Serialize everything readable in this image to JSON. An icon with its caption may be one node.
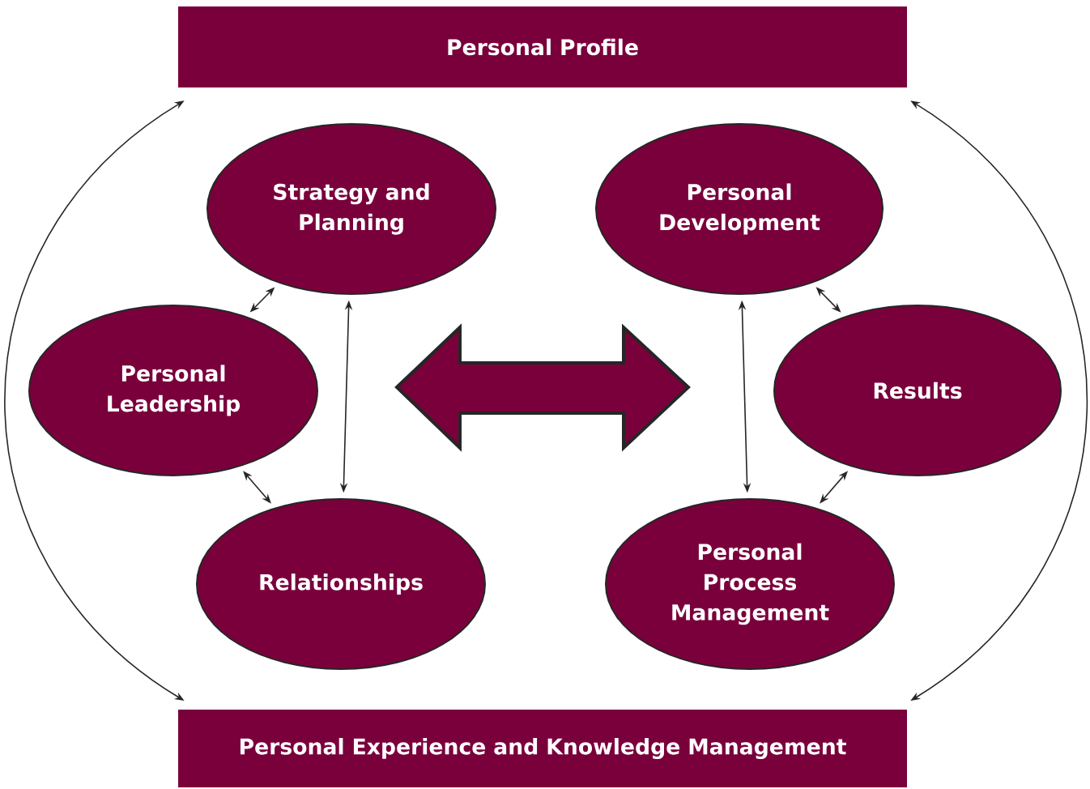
{
  "diagram": {
    "nodes": [
      {
        "text": [
          "Personal Profile"
        ]
      },
      {
        "text": [
          "Strategy and Planning"
        ]
      },
      {
        "text": [
          "Personal Development"
        ]
      },
      {
        "text": [
          "Personal Leadership"
        ]
      },
      {
        "text": [
          "Results"
        ]
      },
      {
        "text": [
          "Relationships"
        ]
      },
      {
        "text": [
          "Personal Process Management"
        ]
      },
      {
        "text": [
          "Personal Experience and Knowledge Management"
        ]
      }
    ],
    "edges": [
      {
        "from": 1,
        "to": 3,
        "arrow": "both"
      },
      {
        "from": 1,
        "to": 5,
        "arrow": "both"
      },
      {
        "from": 3,
        "to": 5,
        "arrow": "both"
      },
      {
        "from": 2,
        "to": 4,
        "arrow": "both"
      },
      {
        "from": 2,
        "to": 6,
        "arrow": "both"
      },
      {
        "from": 6,
        "to": 4,
        "arrow": "both"
      },
      {
        "from": 0,
        "to": 7,
        "arrow": "both"
      },
      {
        "from": 0,
        "to": 7,
        "arrow": "both"
      }
    ]
  }
}
